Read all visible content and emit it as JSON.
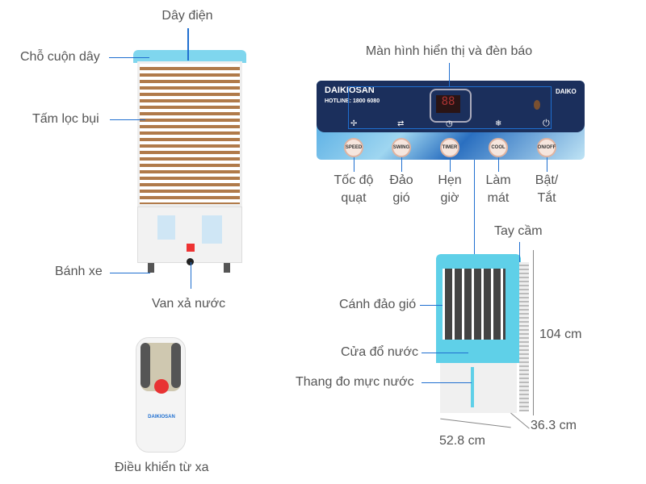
{
  "labels": {
    "power_cord": "Dây điện",
    "cord_holder": "Chỗ cuộn dây",
    "dust_filter": "Tấm lọc bụi",
    "wheels": "Bánh xe",
    "drain_valve": "Van xả nước",
    "remote": "Điều khiển từ xa",
    "display": "Màn hình hiển thị và đèn báo",
    "handle": "Tay cầm",
    "louver": "Cánh đảo gió",
    "water_inlet": "Cửa đổ nước",
    "water_gauge": "Thang đo mực nước"
  },
  "panel": {
    "brand": "DAIKIOSAN",
    "hotline": "HOTLINE: 1800 6080",
    "brand_right": "DAIKO",
    "display_digits": "88",
    "buttons": [
      {
        "label": "SPEED",
        "desc1": "Tốc độ",
        "desc2": "quạt"
      },
      {
        "label": "SWING",
        "desc1": "Đảo",
        "desc2": "gió"
      },
      {
        "label": "TIMER",
        "desc1": "Hẹn",
        "desc2": "giờ"
      },
      {
        "label": "COOL",
        "desc1": "Làm",
        "desc2": "mát"
      },
      {
        "label": "ON/OFF",
        "desc1": "Bật/",
        "desc2": "Tắt"
      }
    ]
  },
  "remote_brand": "DAIKIOSAN",
  "dimensions": {
    "height": "104 cm",
    "depth": "36.3 cm",
    "width": "52.8 cm"
  },
  "colors": {
    "accent": "#1f6fd0",
    "panel": "#1b2f5c",
    "cooler_blue": "#5fd0e8"
  }
}
